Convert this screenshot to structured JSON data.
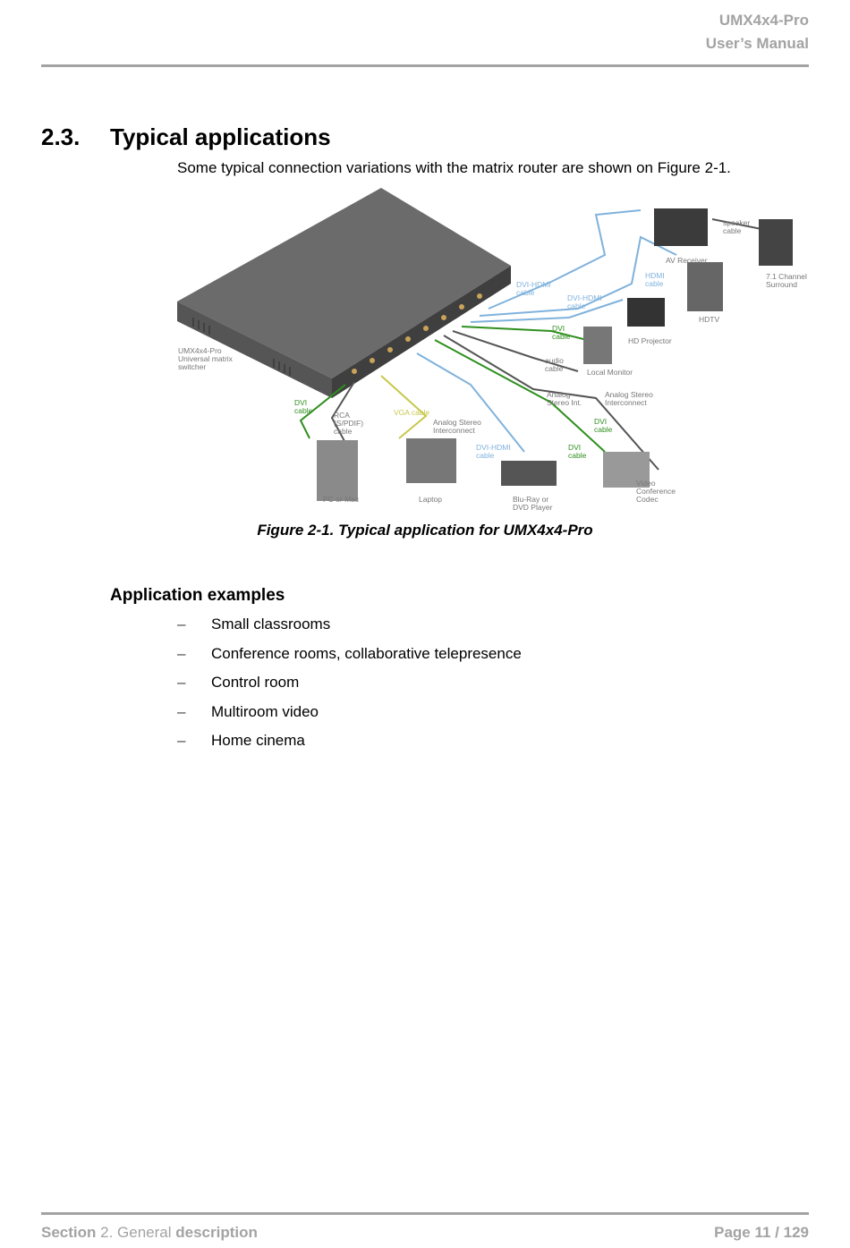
{
  "header": {
    "product": "UMX4x4-Pro",
    "doc": "User’s Manual"
  },
  "section": {
    "number": "2.3.",
    "title": "Typical applications",
    "intro": "Some typical connection variations with the matrix router are shown on Figure 2-1."
  },
  "figure": {
    "caption": "Figure 2-1. Typical application for UMX4x4-Pro",
    "labels": {
      "switcher1": "UMX4x4-Pro",
      "switcher2": "Universal matrix",
      "switcher3": "switcher",
      "speaker1": "speaker",
      "speaker2": "cable",
      "av_receiver": "AV Receiver",
      "surround1": "7.1 Channel",
      "surround2": "Surround",
      "hdmi1": "HDMI",
      "hdmi2": "cable",
      "hdtv": "HDTV",
      "dvihdmi_a1": "DVI-HDMI",
      "dvihdmi_a2": "cable",
      "dvihdmi_b1": "DVI-HDMI",
      "dvihdmi_b2": "cable",
      "hd_projector": "HD Projector",
      "dvi_a1": "DVI",
      "dvi_a2": "cable",
      "audio1": "audio",
      "audio2": "cable",
      "local_monitor": "Local Monitor",
      "analog_int1": "Analog",
      "analog_int2": "Stereo Int.",
      "analog_inter_a1": "Analog Stereo",
      "analog_inter_a2": "Interconnect",
      "dvi_b1": "DVI",
      "dvi_b2": "cable",
      "dvi_left1": "DVI",
      "dvi_left2": "cable",
      "rca1": "RCA",
      "rca2": "(S/PDIF)",
      "rca3": "cable",
      "vga": "VGA cable",
      "analog_inter_b1": "Analog Stereo",
      "analog_inter_b2": "Interconnect",
      "dvihdmi_c1": "DVI-HDMI",
      "dvihdmi_c2": "cable",
      "dvi_c1": "DVI",
      "dvi_c2": "cable",
      "video1": "Video",
      "video2": "Conference",
      "video3": "Codec",
      "pc": "PC or Mac",
      "laptop": "Laptop",
      "bluray1": "Blu-Ray or",
      "bluray2": "DVD Player"
    }
  },
  "application_examples": {
    "title": "Application examples",
    "items": [
      "Small classrooms",
      "Conference rooms, collaborative telepresence",
      "Control room",
      "Multiroom video",
      "Home cinema"
    ]
  },
  "footer": {
    "section_word": "Section",
    "section_num": " 2. General ",
    "section_desc": "description",
    "page": "Page 11 / 129"
  },
  "colors": {
    "header_gray": "#a3a3a3",
    "cable_blue": "#7fb2dc",
    "cable_green": "#2f8f1f",
    "cable_yellow": "#c8c84b"
  }
}
